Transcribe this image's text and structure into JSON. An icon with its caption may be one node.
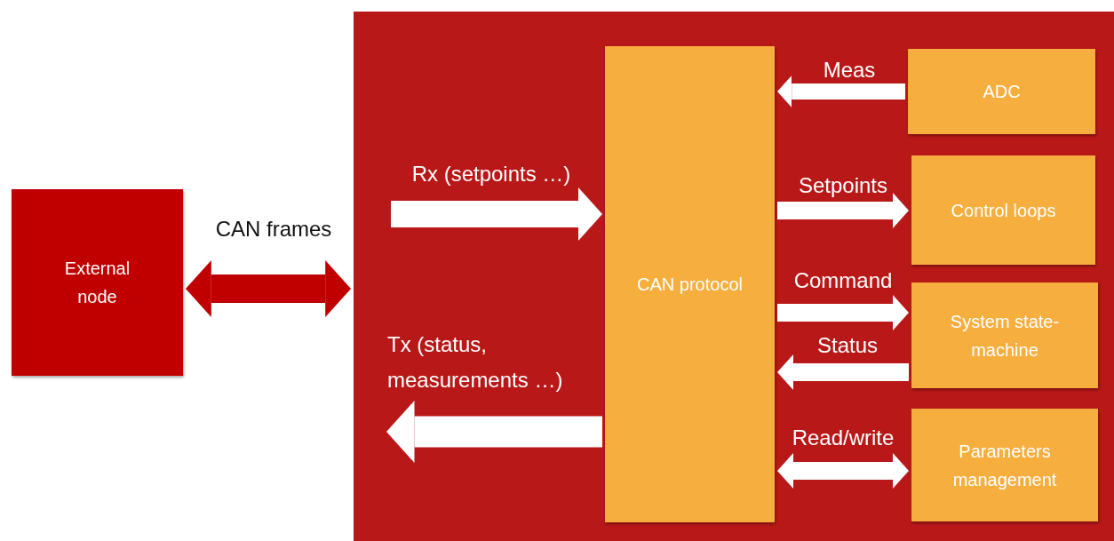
{
  "diagram": {
    "nodes": [
      {
        "text": [
          "External node"
        ]
      },
      {
        "text": [],
        "shape": "box"
      },
      {
        "text": [
          "CAN protocol"
        ],
        "in": 1
      },
      {
        "text": [
          "ADC"
        ],
        "in": 1
      },
      {
        "text": [
          "Control loops"
        ],
        "in": 1
      },
      {
        "text": [
          "System state-machine"
        ],
        "in": 1
      },
      {
        "text": [
          "Parameters management"
        ],
        "in": 1
      }
    ],
    "edges": [
      {
        "from": 0,
        "to": 1,
        "arrow": "both",
        "label": "CAN frames",
        "color": "#c00000"
      },
      {
        "from": null,
        "to": 2,
        "arrow": "to",
        "label": "Rx (setpoints …)"
      },
      {
        "from": 2,
        "to": null,
        "arrow": "to",
        "label": "Tx (status, measurements …)"
      },
      {
        "from": 3,
        "to": 2,
        "arrow": "to",
        "label": "Meas"
      },
      {
        "from": 2,
        "to": 4,
        "arrow": "to",
        "label": "Setpoints"
      },
      {
        "from": 2,
        "to": 5,
        "arrow": "to",
        "label": "Command"
      },
      {
        "from": 5,
        "to": 2,
        "arrow": "to",
        "label": "Status"
      },
      {
        "from": 2,
        "to": 6,
        "arrow": "both",
        "label": "Read/write"
      }
    ]
  }
}
